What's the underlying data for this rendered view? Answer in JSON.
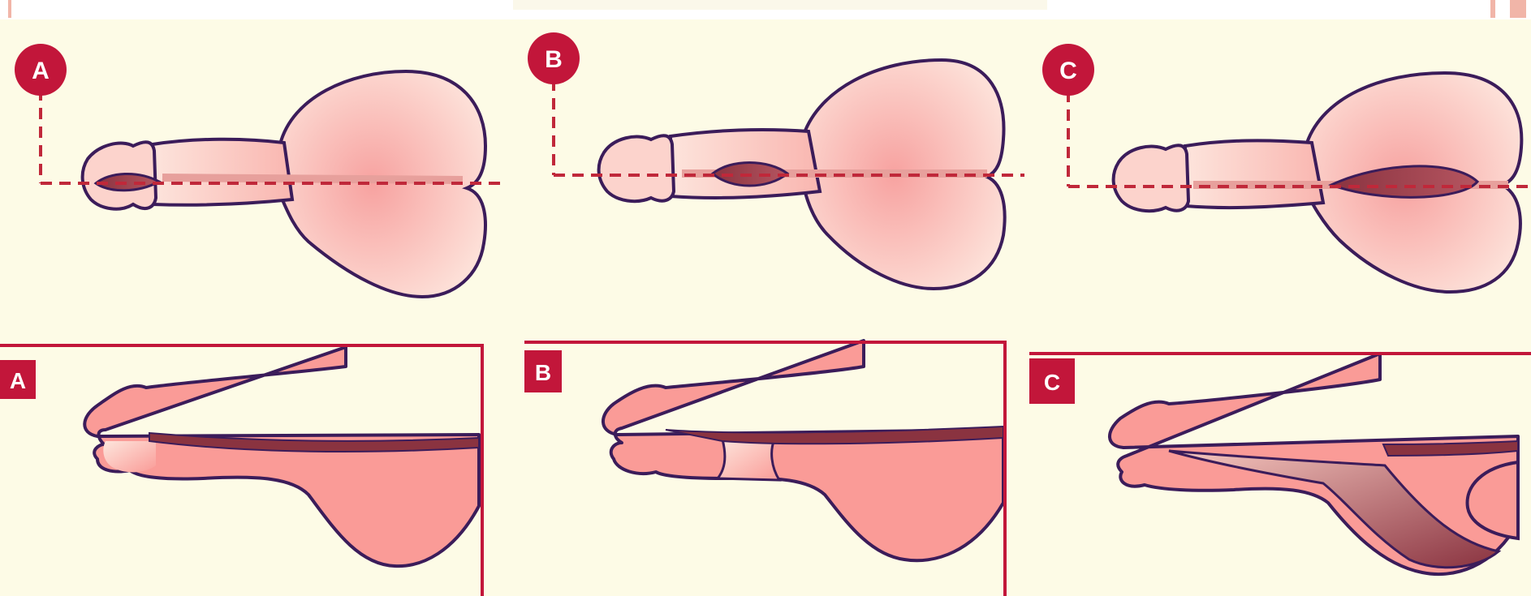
{
  "colors": {
    "background": "#fdfbe6",
    "fill": "#f9b3ad",
    "fill_light": "#fcd3cc",
    "fill_side": "#fa9b97",
    "outline": "#3b1c5a",
    "label": "#c2163a",
    "dashed_line": "#c0283a",
    "channel": "#8a3340"
  },
  "top_panels": [
    {
      "label": "A"
    },
    {
      "label": "B"
    },
    {
      "label": "C"
    }
  ],
  "bottom_panels": [
    {
      "label": "A"
    },
    {
      "label": "B"
    },
    {
      "label": "C"
    }
  ]
}
